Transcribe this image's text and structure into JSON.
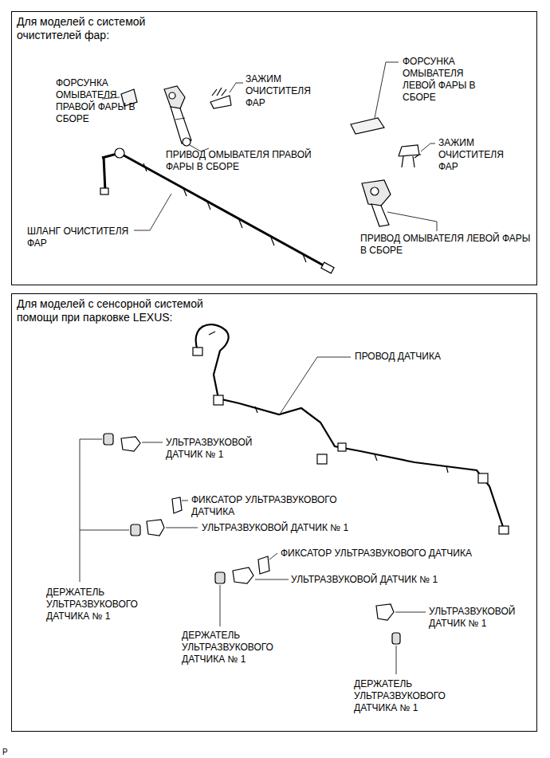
{
  "diagram": {
    "nodes": [
      {
        "text": [
          "Для моделей с системой очистителей фар:"
        ]
      },
      {
        "text": [
          "Для моделей с сенсорной системой помощи при парковке LEXUS:"
        ]
      }
    ],
    "labels": [
      "ФОРСУНКА ОМЫВАТЕЛЯ ПРАВОЙ ФАРЫ В СБОРЕ",
      "ЗАЖИМ ОЧИСТИТЕЛЯ ФАР",
      "ФОРСУНКА ОМЫВАТЕЛЯ ЛЕВОЙ ФАРЫ В СБОРЕ",
      "ПРИВОД ОМЫВАТЕЛЯ ПРАВОЙ ФАРЫ В СБОРЕ",
      "ЗАЖИМ ОЧИСТИТЕЛЯ ФАР",
      "ШЛАНГ ОЧИСТИТЕЛЯ ФАР",
      "ПРИВОД ОМЫВАТЕЛЯ ЛЕВОЙ ФАРЫ В СБОРЕ",
      "ПРОВОД ДАТЧИКА",
      "УЛЬТРАЗВУКОВОЙ ДАТЧИК № 1",
      "ФИКСАТОР УЛЬТРАЗВУКОВОГО ДАТЧИКА",
      "УЛЬТРАЗВУКОВОЙ ДАТЧИК № 1",
      "ФИКСАТОР УЛЬТРАЗВУКОВОГО ДАТЧИКА",
      "УЛЬТРАЗВУКОВОЙ ДАТЧИК № 1",
      "ДЕРЖАТЕЛЬ УЛЬТРАЗВУКОВОГО ДАТЧИКА № 1",
      "УЛЬТРАЗВУКОВОЙ ДАТЧИК № 1",
      "ДЕРЖАТЕЛЬ УЛЬТРАЗВУКОВОГО ДАТЧИКА № 1",
      "ДЕРЖАТЕЛЬ УЛЬТРАЗВУКОВОГО ДАТЧИКА № 1",
      "P"
    ]
  }
}
